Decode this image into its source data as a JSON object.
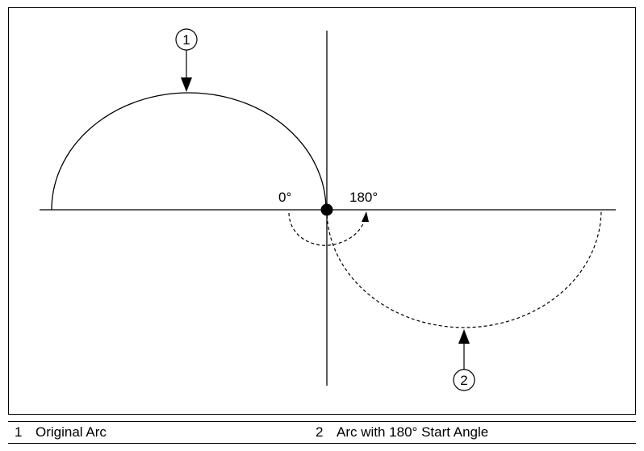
{
  "diagram": {
    "angle_labels": {
      "start": "0°",
      "end": "180°"
    },
    "callouts": [
      {
        "number": "1"
      },
      {
        "number": "2"
      }
    ]
  },
  "legend": [
    {
      "number": "1",
      "label": "Original Arc"
    },
    {
      "number": "2",
      "label": "Arc with 180° Start Angle"
    }
  ],
  "colors": {
    "stroke": "#000000",
    "background": "#ffffff"
  }
}
